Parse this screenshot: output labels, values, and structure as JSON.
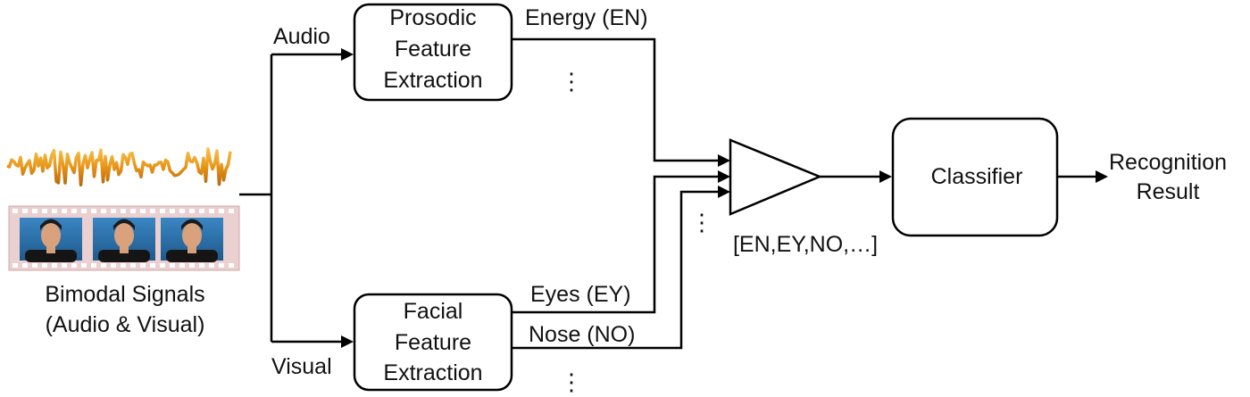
{
  "signals": {
    "label_line1": "Bimodal Signals",
    "label_line2": "(Audio & Visual)"
  },
  "branches": {
    "audio": "Audio",
    "visual": "Visual"
  },
  "prosodic_box": {
    "line1": "Prosodic",
    "line2": "Feature",
    "line3": "Extraction"
  },
  "facial_box": {
    "line1": "Facial",
    "line2": "Feature",
    "line3": "Extraction"
  },
  "features": {
    "energy": "Energy (EN)",
    "eyes": "Eyes (EY)",
    "nose": "Nose (NO)",
    "ellipsis": "⋮"
  },
  "fusion": {
    "vector_label": "[EN,EY,NO,…]"
  },
  "classifier": {
    "label": "Classifier"
  },
  "output": {
    "line1": "Recognition",
    "line2": "Result"
  },
  "colors": {
    "waveform_orange": "#f0a020",
    "waveform_dark": "#8a5a10",
    "filmstrip_frame": "#e9c9c9",
    "film_background": "#2a6fa8",
    "stroke": "#000000"
  }
}
